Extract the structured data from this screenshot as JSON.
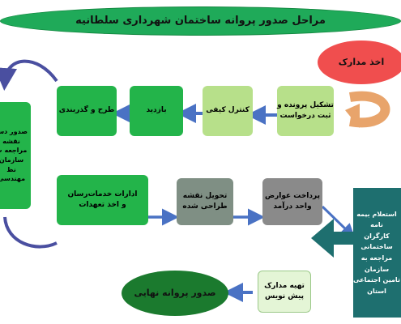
{
  "title": "مراحل صدور پروانه ساختمان شهرداری سلطانیه",
  "start": "اخذ مدارک",
  "final": "صدور پروانه نهایی",
  "steps": {
    "registration": "تشکیل پرونده و\nثبت درخواست",
    "quality": "کنترل کیفی",
    "visit": "بازدید",
    "design": "طرح و گذربندی",
    "left_box": "صدور دس\nنقشه\nمراجعه ب\nسازمان نظ\nمهندسی",
    "fees": "پرداخت عوارض\nواحد درآمد",
    "plan_delivery": "تحویل نقشه\nطراحی شده",
    "services": "ادارات خدمات‌رسان\nو اخذ تعهدات",
    "insurance": "استعلام بیمه نامه\nکارگران ساختمانی\nمراجعه به سازمان\nتامین اجتماعی\nاستان",
    "pre_draft": "تهیه مدارک پیش نویس"
  },
  "colors": {
    "title_fill": "#1faa59",
    "start_fill": "#f04e4e",
    "green": "#23b44a",
    "light_green": "#b7e08a",
    "grey_green": "#7f8f84",
    "grey": "#8a8a8a",
    "teal": "#1e6f6f",
    "pale": "#e4f5d6",
    "dark_green": "#1b7a2e",
    "arrow": "#4a72c4",
    "arc": "#4a4fa0"
  }
}
